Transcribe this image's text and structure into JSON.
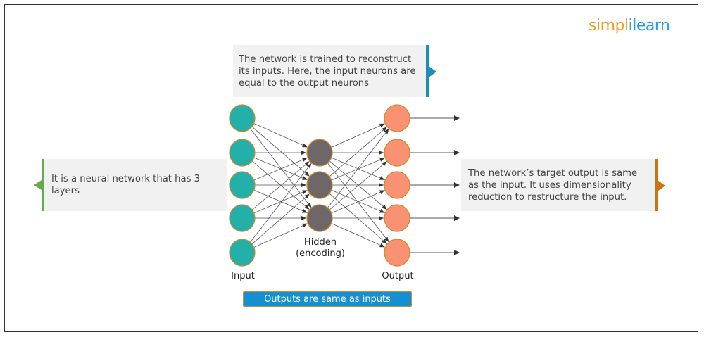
{
  "brand": {
    "logo_part1": "simpl",
    "logo_part2": "ilearn",
    "colors": {
      "orange": "#f39c24",
      "blue": "#2b9fd8"
    }
  },
  "callouts": {
    "top": "The network is trained to reconstruct its inputs. Here, the input neurons are equal to the output neurons",
    "left": "It is a neural network that has 3 layers",
    "right": "The network’s target output is same as the input. It uses dimensionality reduction to restructure the input."
  },
  "network": {
    "layers": [
      {
        "name": "Input",
        "label": "Input",
        "neurons": 5,
        "color": "#22b0a8"
      },
      {
        "name": "Hidden",
        "label_line1": "Hidden",
        "label_line2": "(encoding)",
        "neurons": 3,
        "color": "#6d6767"
      },
      {
        "name": "Output",
        "label": "Output",
        "neurons": 5,
        "color": "#fa9173"
      }
    ],
    "connectivity": "fully-connected",
    "output_arrows": 5,
    "neuron_border_color": "#d08a2c"
  },
  "banner": "Outputs are same as inputs"
}
